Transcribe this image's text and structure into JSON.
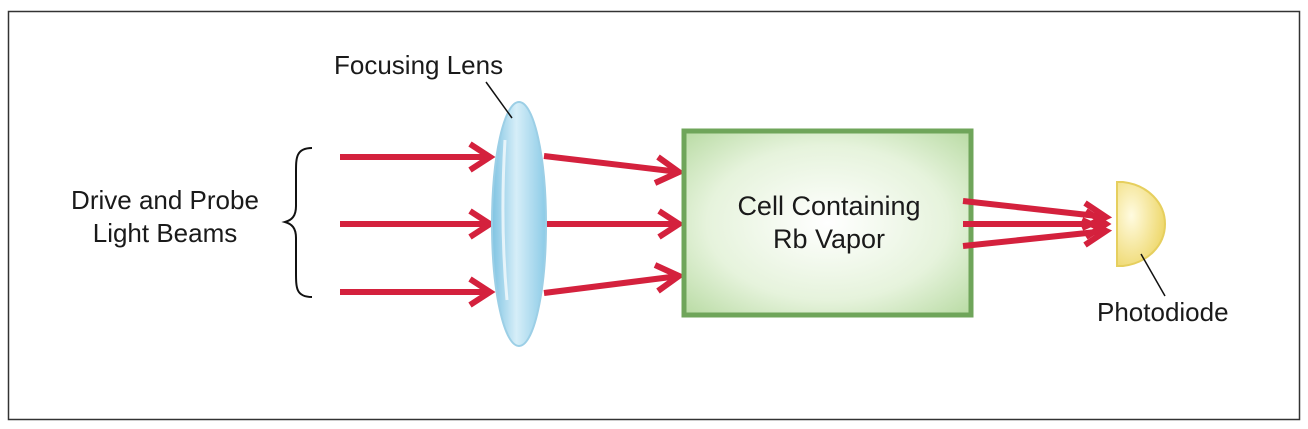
{
  "labels": {
    "focusing_lens": "Focusing Lens",
    "beams_line1": "Drive and Probe",
    "beams_line2": "Light Beams",
    "cell_line1": "Cell Containing",
    "cell_line2": "Rb Vapor",
    "photodiode": "Photodiode"
  },
  "colors": {
    "beam": "#d4213d",
    "frame": "#333333",
    "cell_border": "#6fa55a",
    "cell_fill": "#dff0d2",
    "lens": "#a9d8ee",
    "photodiode": "#f2df7a"
  }
}
